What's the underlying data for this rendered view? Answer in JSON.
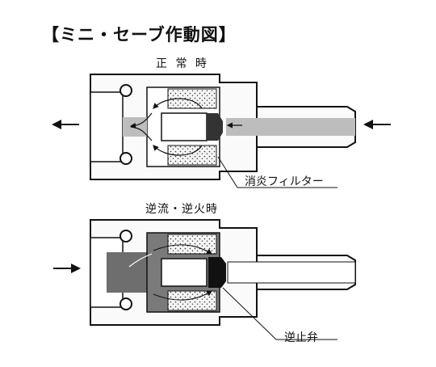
{
  "title": "【ミニ・セーブ作動図】",
  "diagrams": [
    {
      "caption": "正 常 時",
      "callout": "消炎フィルター"
    },
    {
      "caption": "逆流・逆火時",
      "callout": "逆止弁"
    }
  ]
}
